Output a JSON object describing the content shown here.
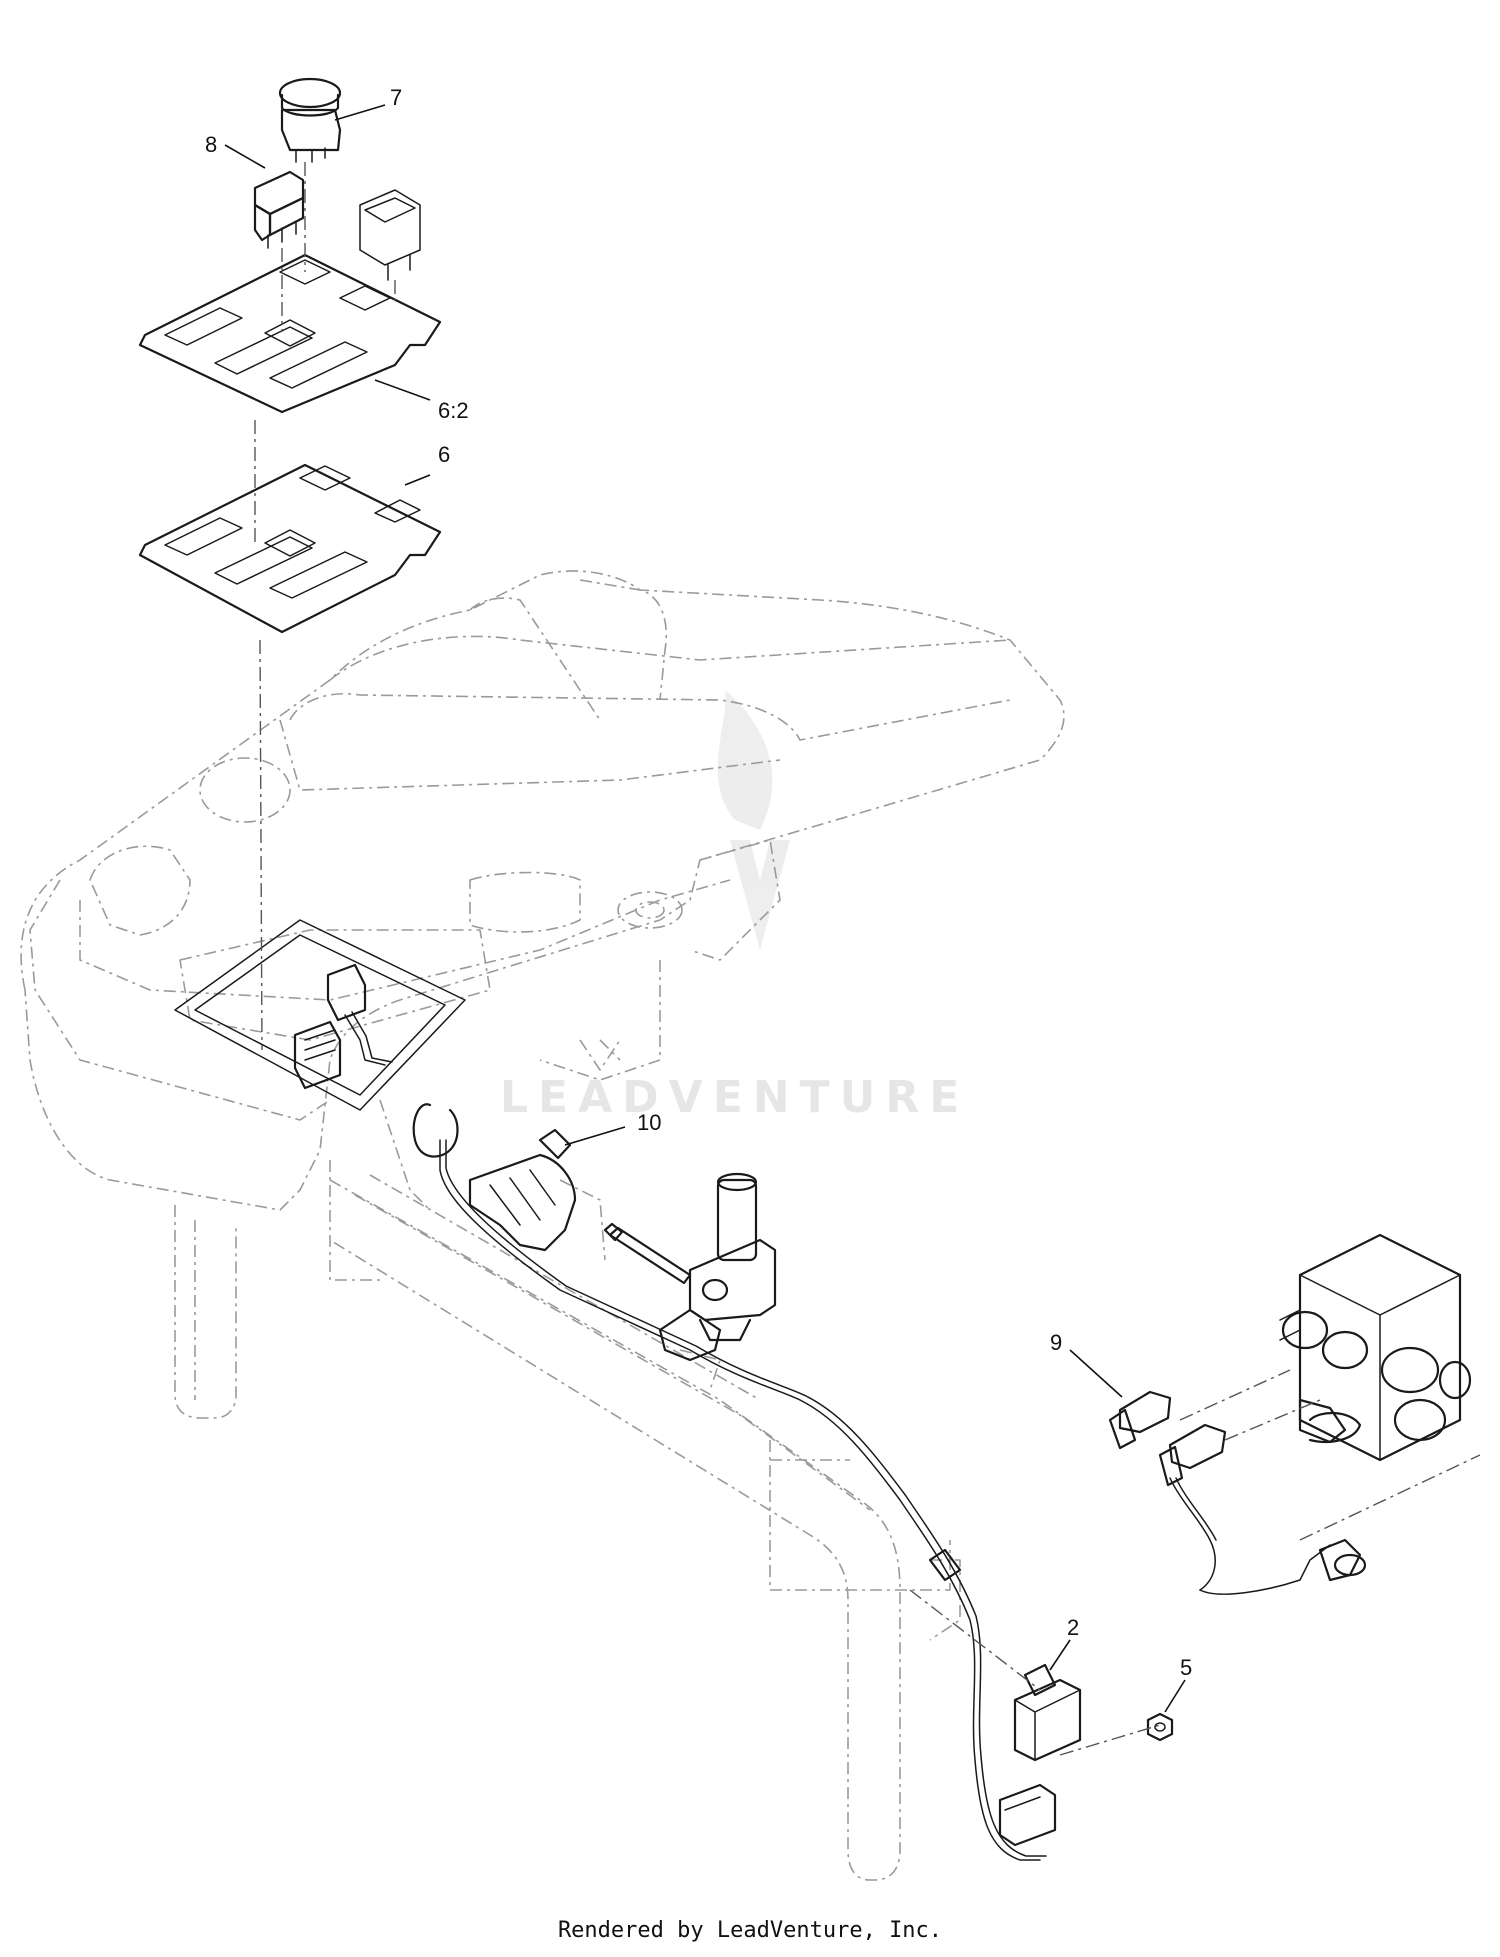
{
  "callouts": {
    "c7": "7",
    "c8": "8",
    "c6_2": "6:2",
    "c6": "6",
    "c10": "10",
    "c9": "9",
    "c2": "2",
    "c5": "5"
  },
  "watermark": "LEADVENTURE",
  "footer": "Rendered by LeadVenture, Inc.",
  "colors": {
    "line": "#1a1a1a",
    "ghost": "#9a9a9a",
    "watermark": "#e4e4e4"
  }
}
